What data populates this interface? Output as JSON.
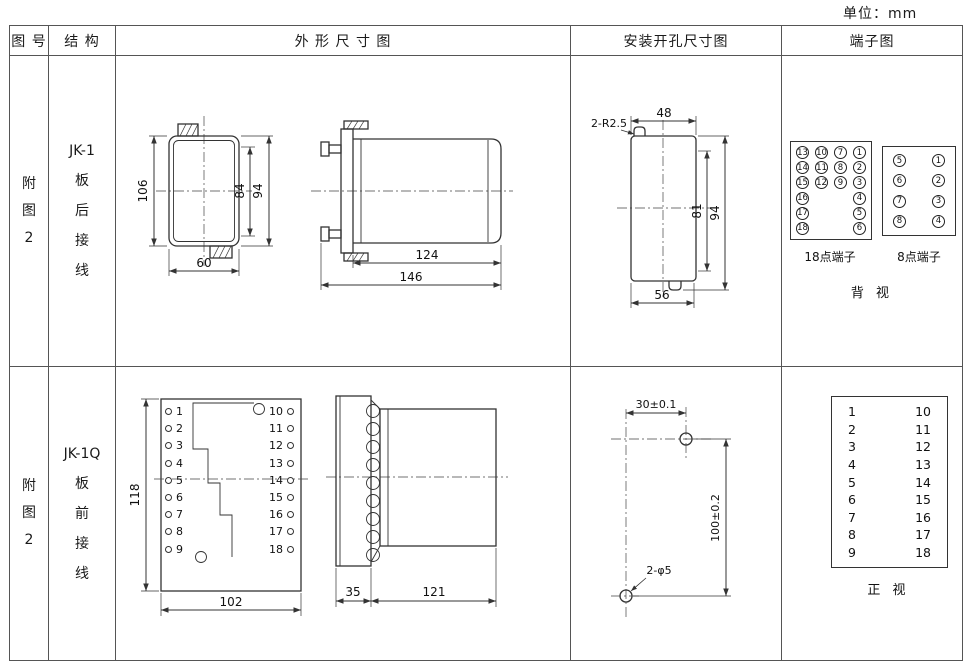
{
  "unit_label": "单位：mm",
  "headers": {
    "fig_no": "图 号",
    "structure": "结 构",
    "outline": "外 形 尺 寸 图",
    "install": "安装开孔尺寸图",
    "terminal": "端子图"
  },
  "rows": [
    {
      "fig_no": "附\n图\n2",
      "structure": "JK-1\n板\n后\n接\n线",
      "outline": {
        "front_height": "106",
        "front_width": "60",
        "right_inner": "84",
        "right_outer": "94",
        "side_body": "124",
        "side_total": "146"
      },
      "install": {
        "corner_note": "2-R2.5",
        "top_width": "48",
        "right_inner": "81",
        "right_outer": "94",
        "bottom_width": "56"
      },
      "terminal": {
        "grid18": [
          [
            "13",
            "10",
            "7",
            "1"
          ],
          [
            "14",
            "11",
            "8",
            "2"
          ],
          [
            "15",
            "12",
            "9",
            "3"
          ],
          [
            "16",
            "",
            "",
            "4"
          ],
          [
            "17",
            "",
            "",
            "5"
          ],
          [
            "18",
            "",
            "",
            "6"
          ]
        ],
        "grid8": [
          [
            "5",
            "1"
          ],
          [
            "6",
            "2"
          ],
          [
            "7",
            "3"
          ],
          [
            "8",
            "4"
          ]
        ],
        "label18": "18点端子",
        "label8": "8点端子",
        "view": "背 视"
      }
    },
    {
      "fig_no": "附\n图\n2",
      "structure": "JK-1Q\n板\n前\n接\n线",
      "outline": {
        "left_terminals": [
          "1",
          "2",
          "3",
          "4",
          "5",
          "6",
          "7",
          "8",
          "9"
        ],
        "right_terminals": [
          "10",
          "11",
          "12",
          "13",
          "14",
          "15",
          "16",
          "17",
          "18"
        ],
        "front_height": "118",
        "front_width": "102",
        "side_block": "35",
        "side_body": "121"
      },
      "install": {
        "top_offset": "30±0.1",
        "vertical_span": "100±0.2",
        "hole_note": "2-φ5"
      },
      "terminal": {
        "pairs": [
          [
            "1",
            "10"
          ],
          [
            "2",
            "11"
          ],
          [
            "3",
            "12"
          ],
          [
            "4",
            "13"
          ],
          [
            "5",
            "14"
          ],
          [
            "6",
            "15"
          ],
          [
            "7",
            "16"
          ],
          [
            "8",
            "17"
          ],
          [
            "9",
            "18"
          ]
        ],
        "view": "正 视"
      }
    }
  ]
}
